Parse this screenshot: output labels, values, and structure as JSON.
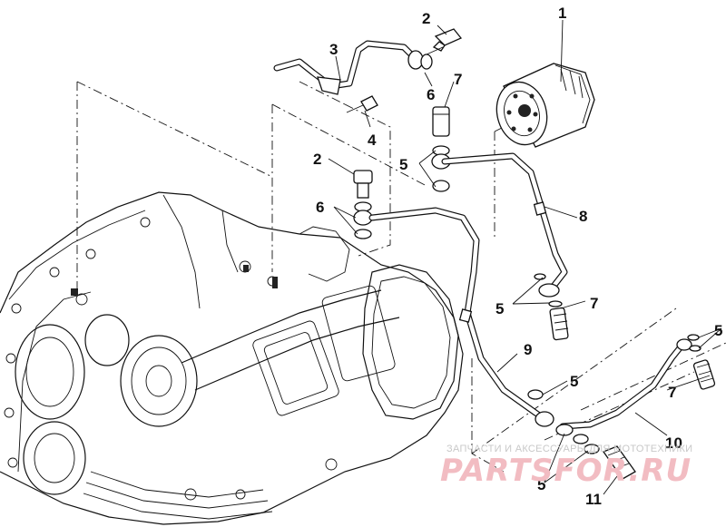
{
  "diagram": {
    "callouts": {
      "c1": "1",
      "c2a": "2",
      "c2b": "2",
      "c3": "3",
      "c4": "4",
      "c5a": "5",
      "c5b": "5",
      "c5c": "5",
      "c5d": "5",
      "c5e": "5",
      "c6a": "6",
      "c6b": "6",
      "c7a": "7",
      "c7b": "7",
      "c7c": "7",
      "c8": "8",
      "c9": "9",
      "c10": "10",
      "c11": "11"
    },
    "watermark": {
      "caption": "ЗАПЧАСТИ И АКСЕССУАРЫ ДЛЯ МОТОТЕХНИКИ",
      "logo": "PARTSFOR.RU"
    }
  }
}
